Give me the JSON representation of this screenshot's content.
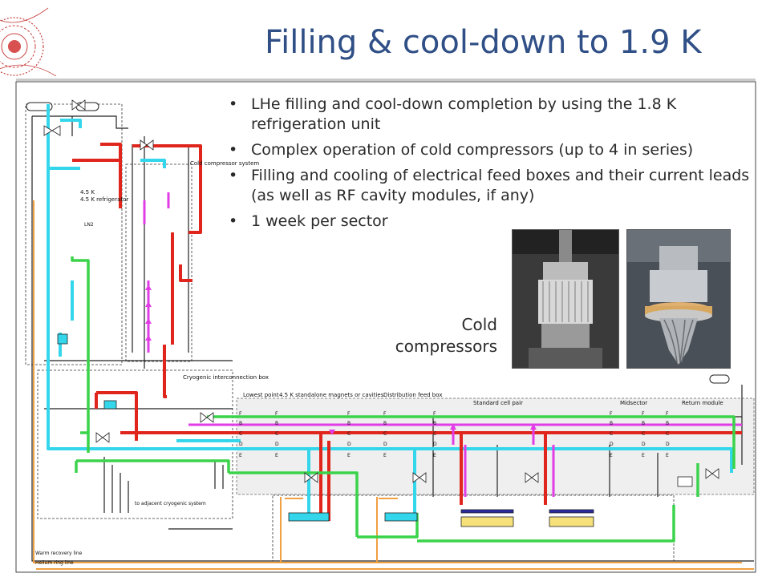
{
  "slide": {
    "title": "Filling & cool-down to 1.9 K",
    "bullets": [
      "LHe filling and cool-down completion by using the 1.8 K refrigeration unit",
      "Complex operation of cold compressors (up to 4 in series)",
      "Filling and cooling of electrical feed boxes and their current leads (as well as RF cavity modules, if any)",
      "1 week per sector"
    ],
    "photo_caption": "Cold compressors"
  },
  "diagram": {
    "labels": {
      "refrigerator": "4.5 K refrigerator",
      "cold_compressor": "Cold compressor system",
      "cryogenic_box": "Cryogenic interconnection box",
      "lowest_point": "Lowest point",
      "standalone": "4.5 K standalone magnets or cavities",
      "distribution": "Distribution feed box",
      "standard_cell": "Standard cell pair",
      "midsector": "Midsector",
      "return_module": "Return module",
      "adjacent": "to adjacent cryogenic system",
      "warm_recovery": "Warm recovery line",
      "helium_ring": "Helium ring line",
      "ln2": "LN2"
    },
    "line_letters": [
      "F",
      "B",
      "C",
      "D",
      "E"
    ],
    "colors": {
      "cyan": "#33d6ea",
      "red": "#e0261c",
      "green": "#3ad34a",
      "magenta": "#e23ce6",
      "orange": "#f0a040",
      "dark": "#222222",
      "title": "#2f4f86"
    }
  }
}
